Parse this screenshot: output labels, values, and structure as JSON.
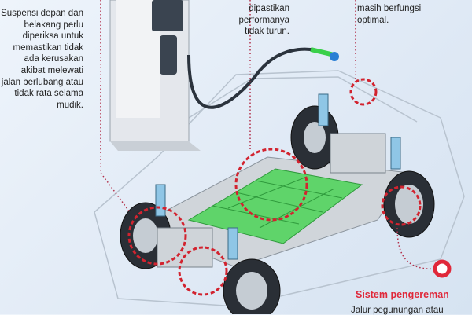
{
  "suspension": {
    "text": "Suspensi depan dan belakang perlu diperiksa untuk memastikan tidak ada kerusakan akibat melewati jalan berlubang atau tidak rata selama mudik."
  },
  "battery": {
    "text": "dipastikan performanya tidak turun."
  },
  "charging": {
    "text": "masih berfungsi optimal."
  },
  "brakes": {
    "title": "Sistem pengereman",
    "text": "Jalur pegunungan atau"
  },
  "colors": {
    "accent": "#e0283a",
    "battery": "#5fd46a",
    "background": "#e4edf7"
  }
}
